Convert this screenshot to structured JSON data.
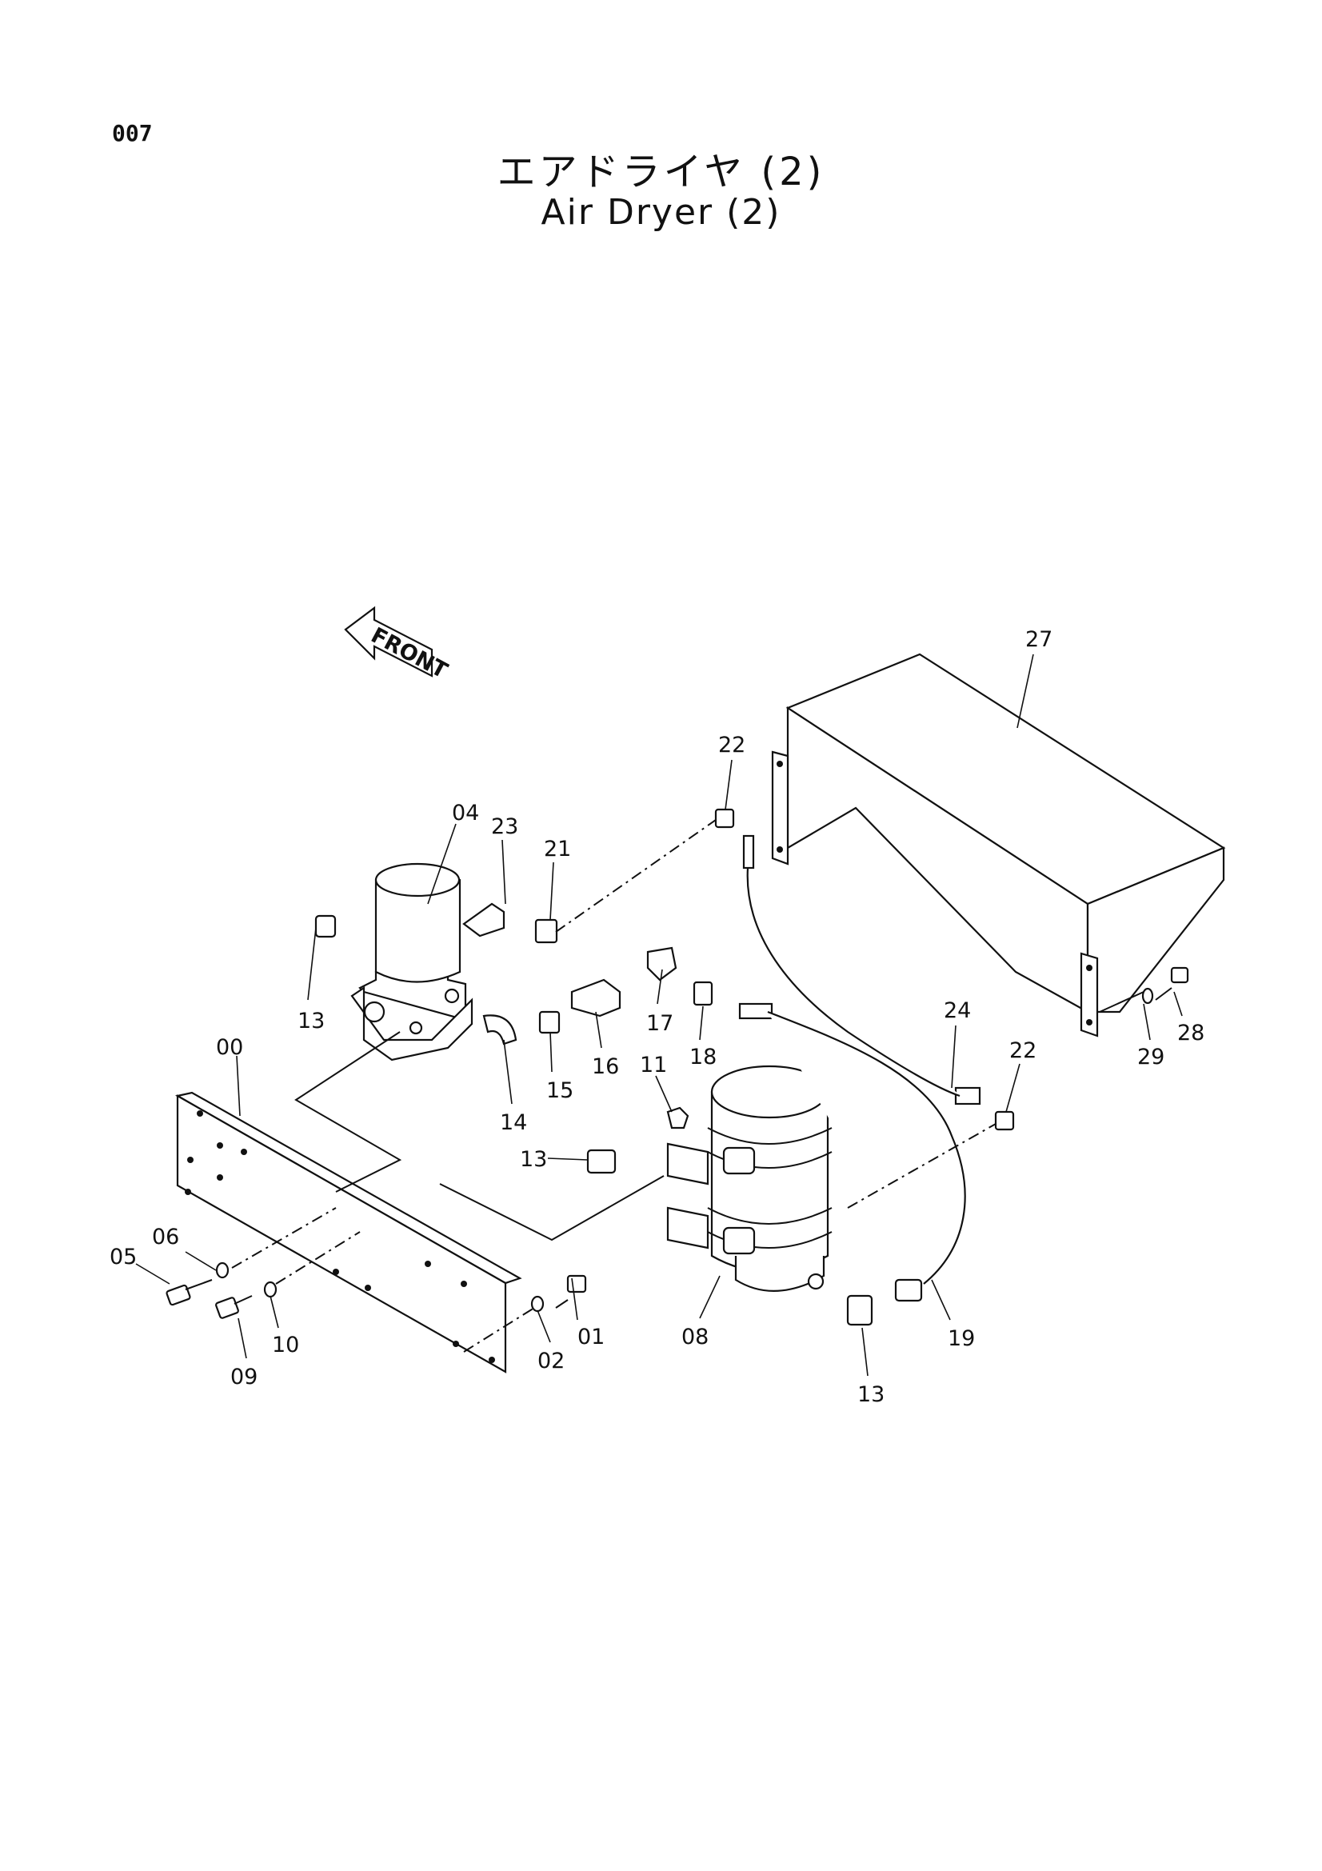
{
  "page_number": "007",
  "title_jp": "エアドライヤ (2)",
  "title_en": "Air Dryer (2)",
  "front_arrow_label": "FRONT",
  "callouts": {
    "c00": "00",
    "c01": "01",
    "c02": "02",
    "c04": "04",
    "c05": "05",
    "c06": "06",
    "c08": "08",
    "c09": "09",
    "c10": "10",
    "c11": "11",
    "c13a": "13",
    "c13b": "13",
    "c13c": "13",
    "c14": "14",
    "c15": "15",
    "c16": "16",
    "c17": "17",
    "c18": "18",
    "c19": "19",
    "c21": "21",
    "c22a": "22",
    "c22b": "22",
    "c23": "23",
    "c24": "24",
    "c27": "27",
    "c28": "28",
    "c29": "29"
  }
}
